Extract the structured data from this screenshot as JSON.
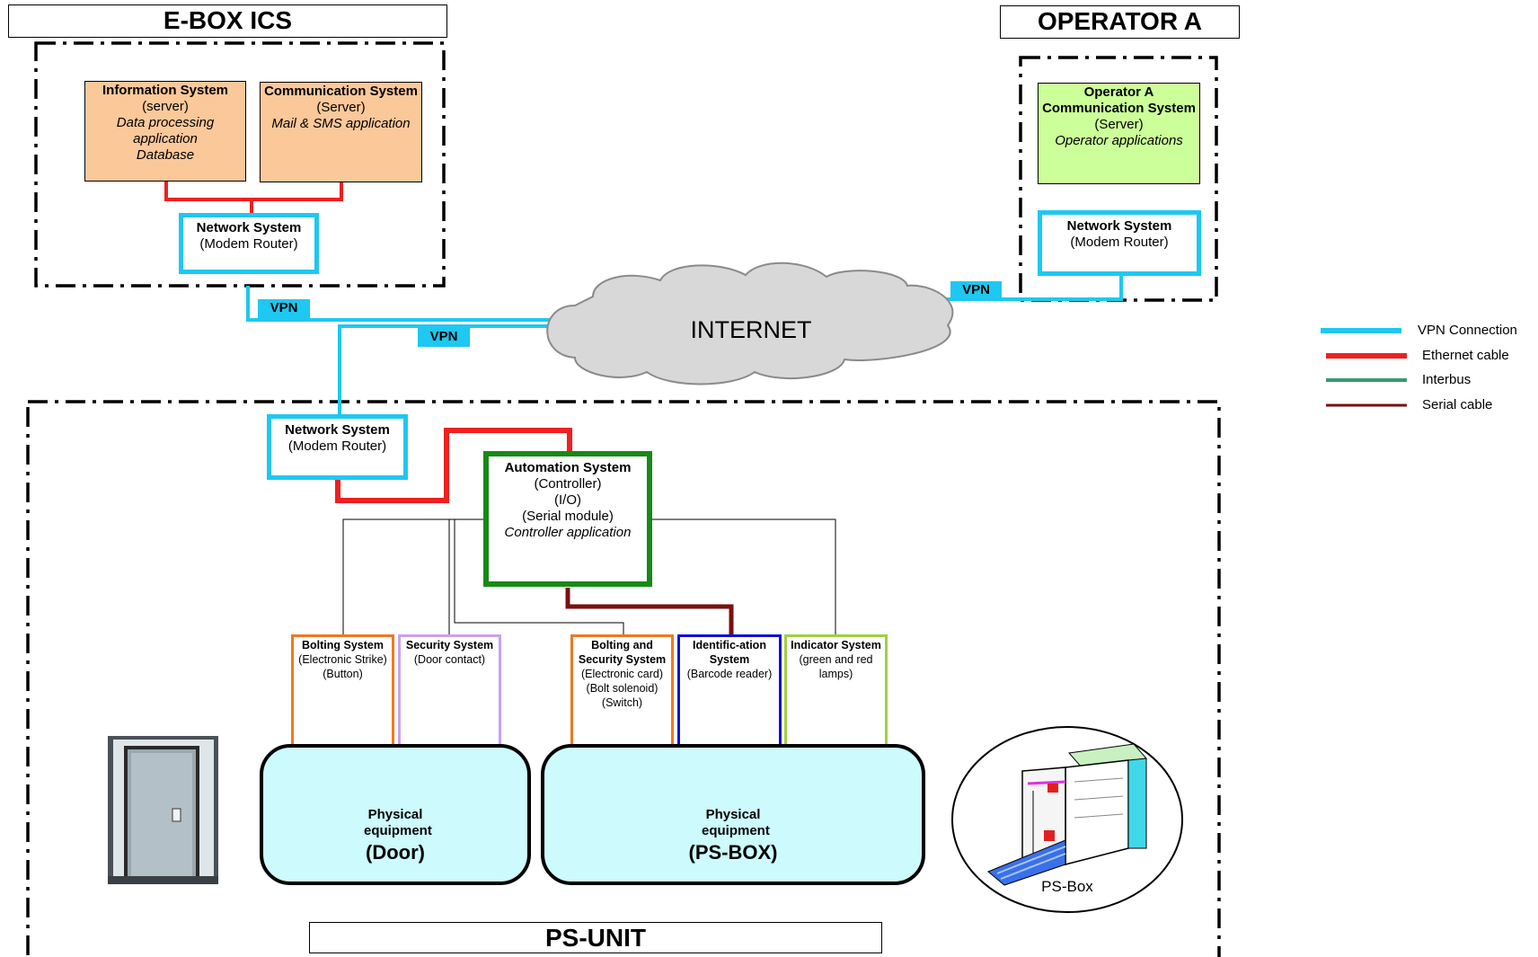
{
  "titles": {
    "ebox": "E-BOX ICS",
    "operator": "OPERATOR A",
    "psunit": "PS-UNIT"
  },
  "ebox": {
    "info": {
      "title": "Information System",
      "sub": "(server)",
      "items": [
        "Data processing application",
        "Database"
      ]
    },
    "comm": {
      "title": "Communication System",
      "sub": "(Server)",
      "items": [
        "Mail & SMS application"
      ]
    },
    "network": {
      "title": "Network System",
      "sub": "(Modem Router)"
    }
  },
  "operator": {
    "comm": {
      "title": "Operator A Communication System",
      "sub": "(Server)",
      "items": [
        "Operator applications"
      ]
    },
    "network": {
      "title": "Network System",
      "sub": "(Modem Router)"
    }
  },
  "internet": {
    "label": "INTERNET"
  },
  "vpn_labels": [
    "VPN",
    "VPN",
    "VPN"
  ],
  "psunit": {
    "network": {
      "title": "Network System",
      "sub": "(Modem Router)"
    },
    "automation": {
      "title": "Automation System",
      "lines": [
        "(Controller)",
        "(I/O)",
        "(Serial module)"
      ],
      "app": "Controller application"
    },
    "devices": [
      {
        "title": "Bolting System",
        "lines": [
          "(Electronic Strike)",
          "(Button)"
        ],
        "color": "#f07820"
      },
      {
        "title": "Security System",
        "lines": [
          "(Door contact)"
        ],
        "color": "#c8a0f0"
      },
      {
        "title": "Bolting and Security System",
        "lines": [
          "(Electronic card)",
          "(Bolt solenoid)",
          "(Switch)"
        ],
        "color": "#f07820"
      },
      {
        "title": "Identific-ation System",
        "lines": [
          "(Barcode reader)"
        ],
        "color": "#1010d0"
      },
      {
        "title": "Indicator System",
        "lines": [
          "(green and red lamps)"
        ],
        "color": "#a0d040"
      }
    ],
    "physical_door": {
      "label": "Physical equipment",
      "name": "(Door)"
    },
    "physical_psbox": {
      "label": "Physical equipment",
      "name": "(PS-BOX)"
    },
    "psbox_caption": "PS-Box"
  },
  "legend": [
    {
      "label": "VPN Connection",
      "color": "#1ec8f0"
    },
    {
      "label": "Ethernet cable",
      "color": "#ee2020"
    },
    {
      "label": "Interbus",
      "color": "#3a9a70"
    },
    {
      "label": "Serial cable",
      "color": "#7a1010"
    }
  ],
  "colors": {
    "vpn": "#1ec8f0",
    "ethernet": "#ee2020",
    "serial": "#7a1010",
    "orange_box": "#fbc89a",
    "green_box": "#ccff99",
    "automation_border": "#178a17",
    "physical_fill": "#ccfafd"
  }
}
